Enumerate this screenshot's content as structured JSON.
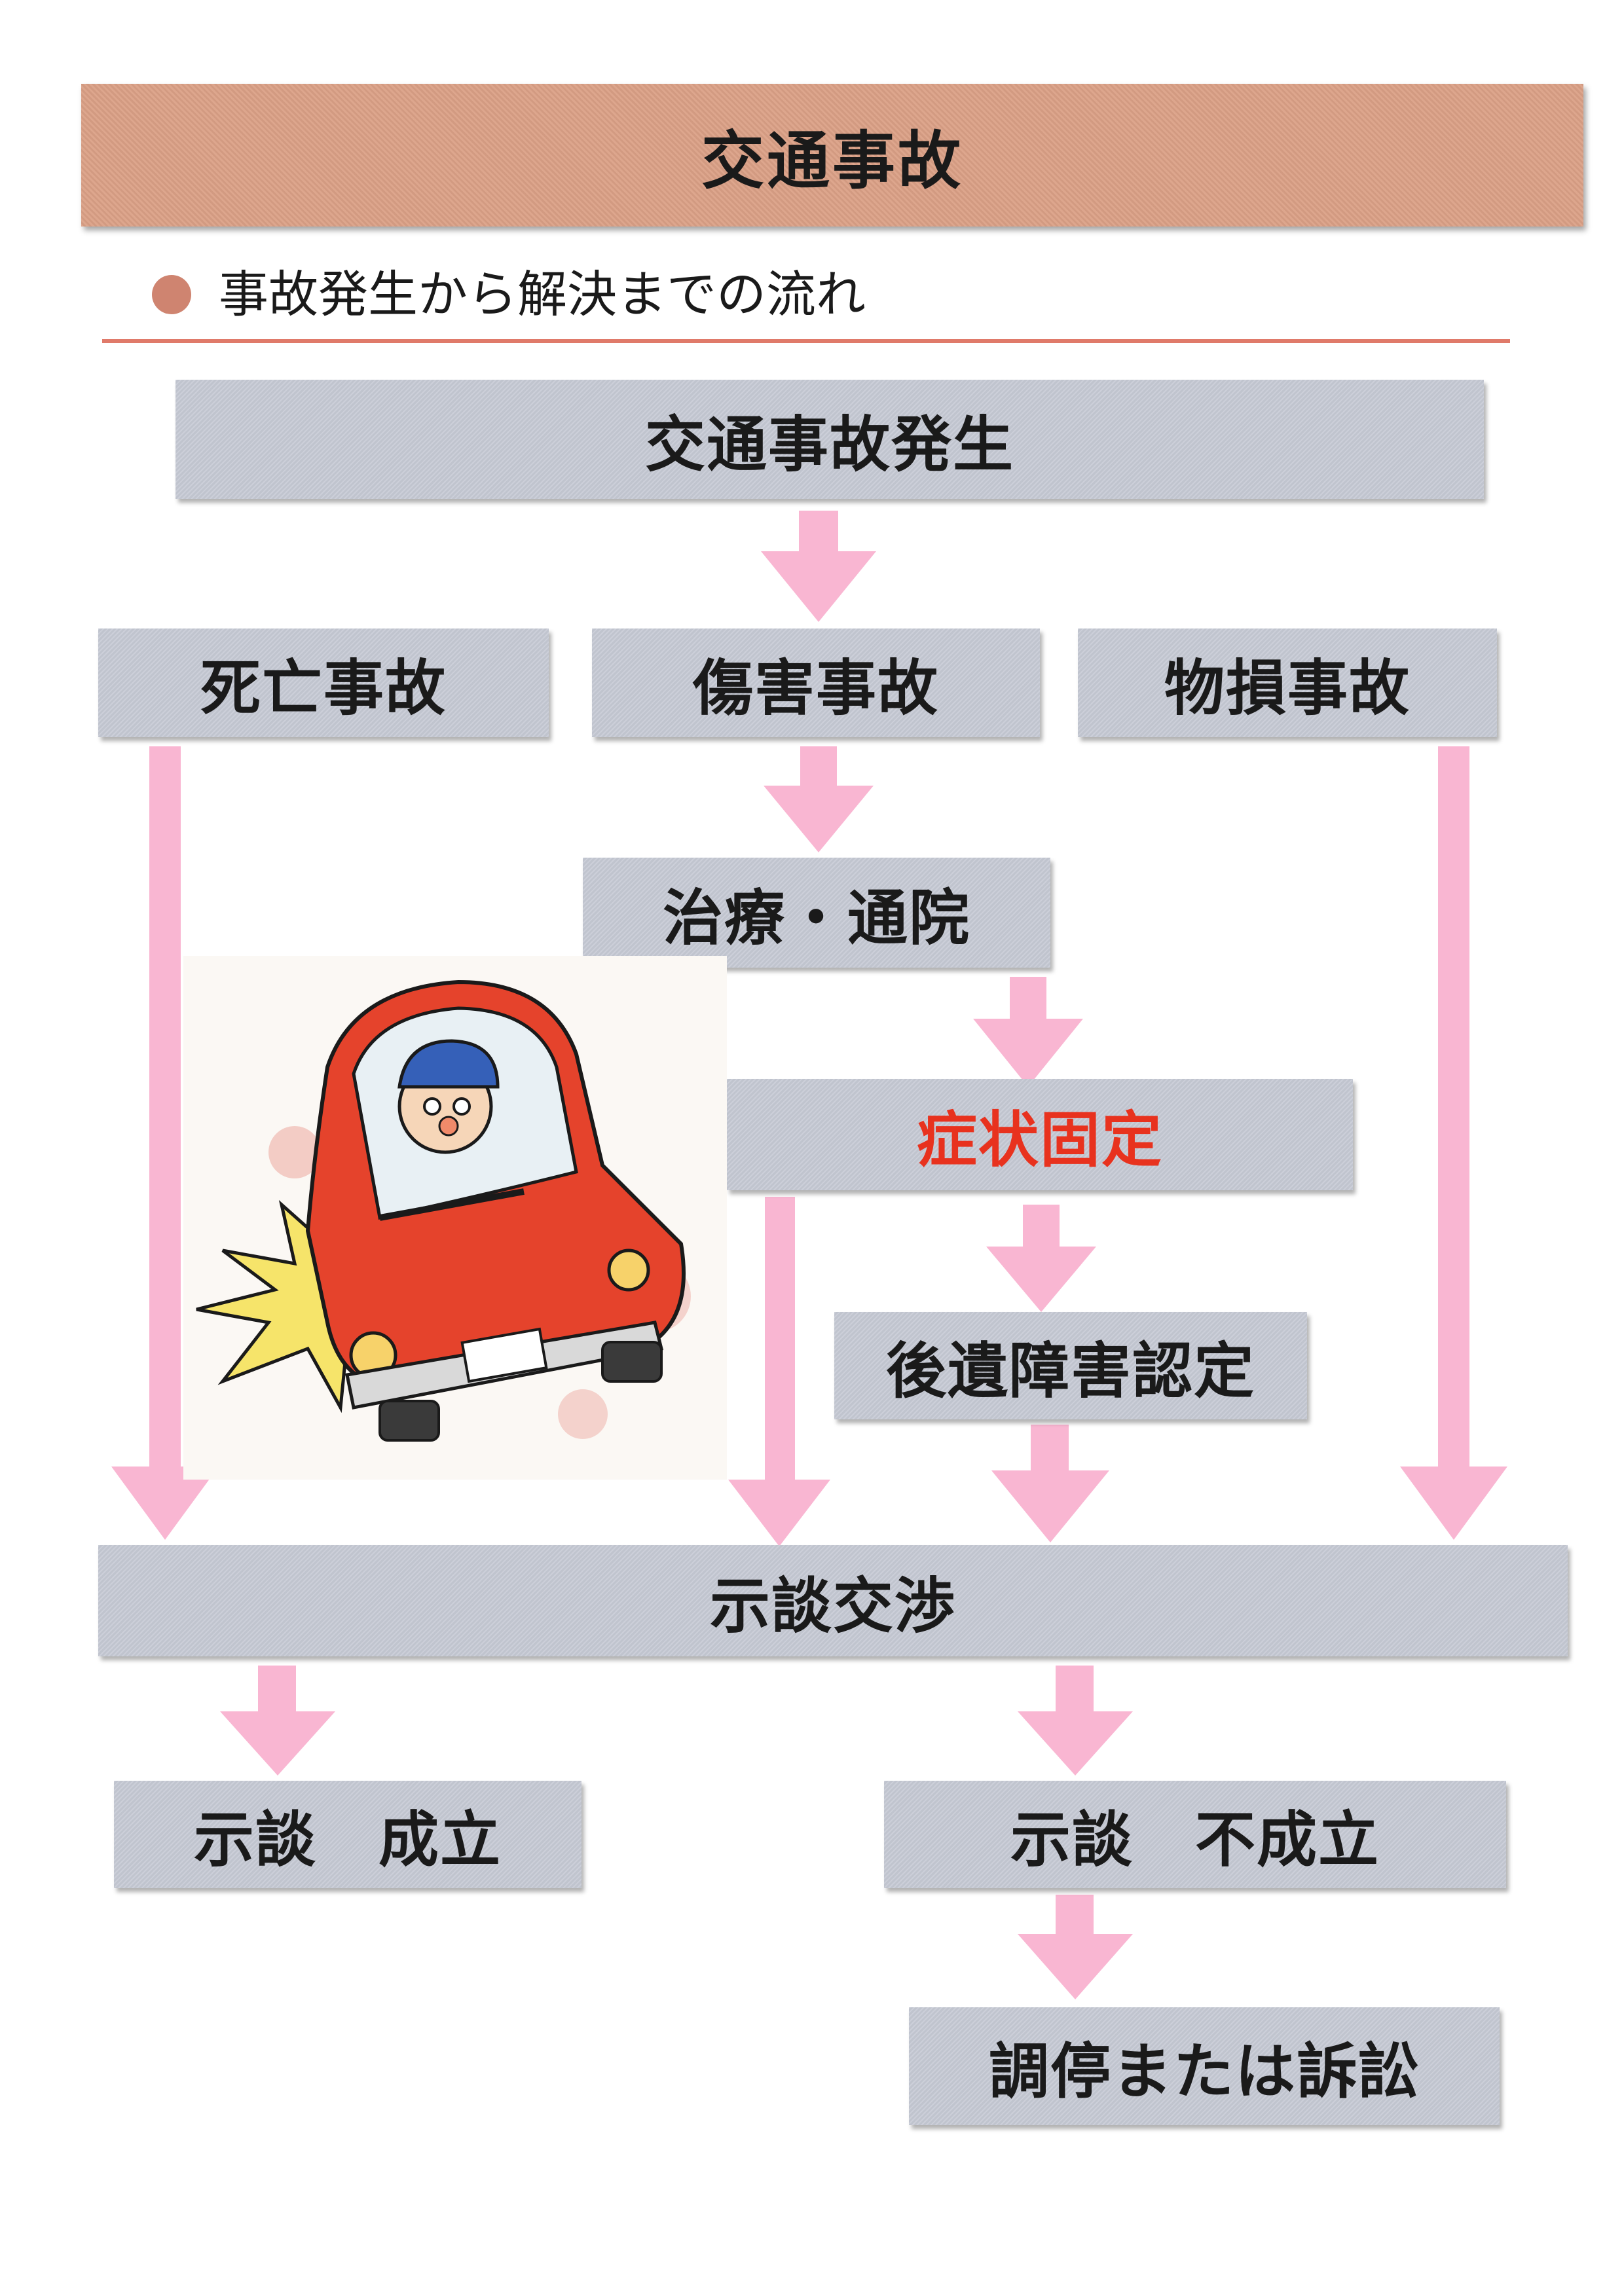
{
  "header": {
    "title": "交通事故"
  },
  "section": {
    "subtitle": "事故発生から解決までの流れ"
  },
  "flow": {
    "occurrence": "交通事故発生",
    "death": "死亡事故",
    "injury": "傷害事故",
    "property": "物損事故",
    "treatment": "治療・通院",
    "symptom_fixed": "症状固定",
    "disability_cert": "後遺障害認定",
    "negotiation": "示談交渉",
    "settled": "示談　成立",
    "not_settled": "示談　不成立",
    "litigation": "調停または訴訟"
  },
  "colors": {
    "banner": "#dba086",
    "box": "#c6cad5",
    "arrow": "#f9b6d2",
    "highlight_text": "#e8321e",
    "rule": "#e07a6a"
  }
}
